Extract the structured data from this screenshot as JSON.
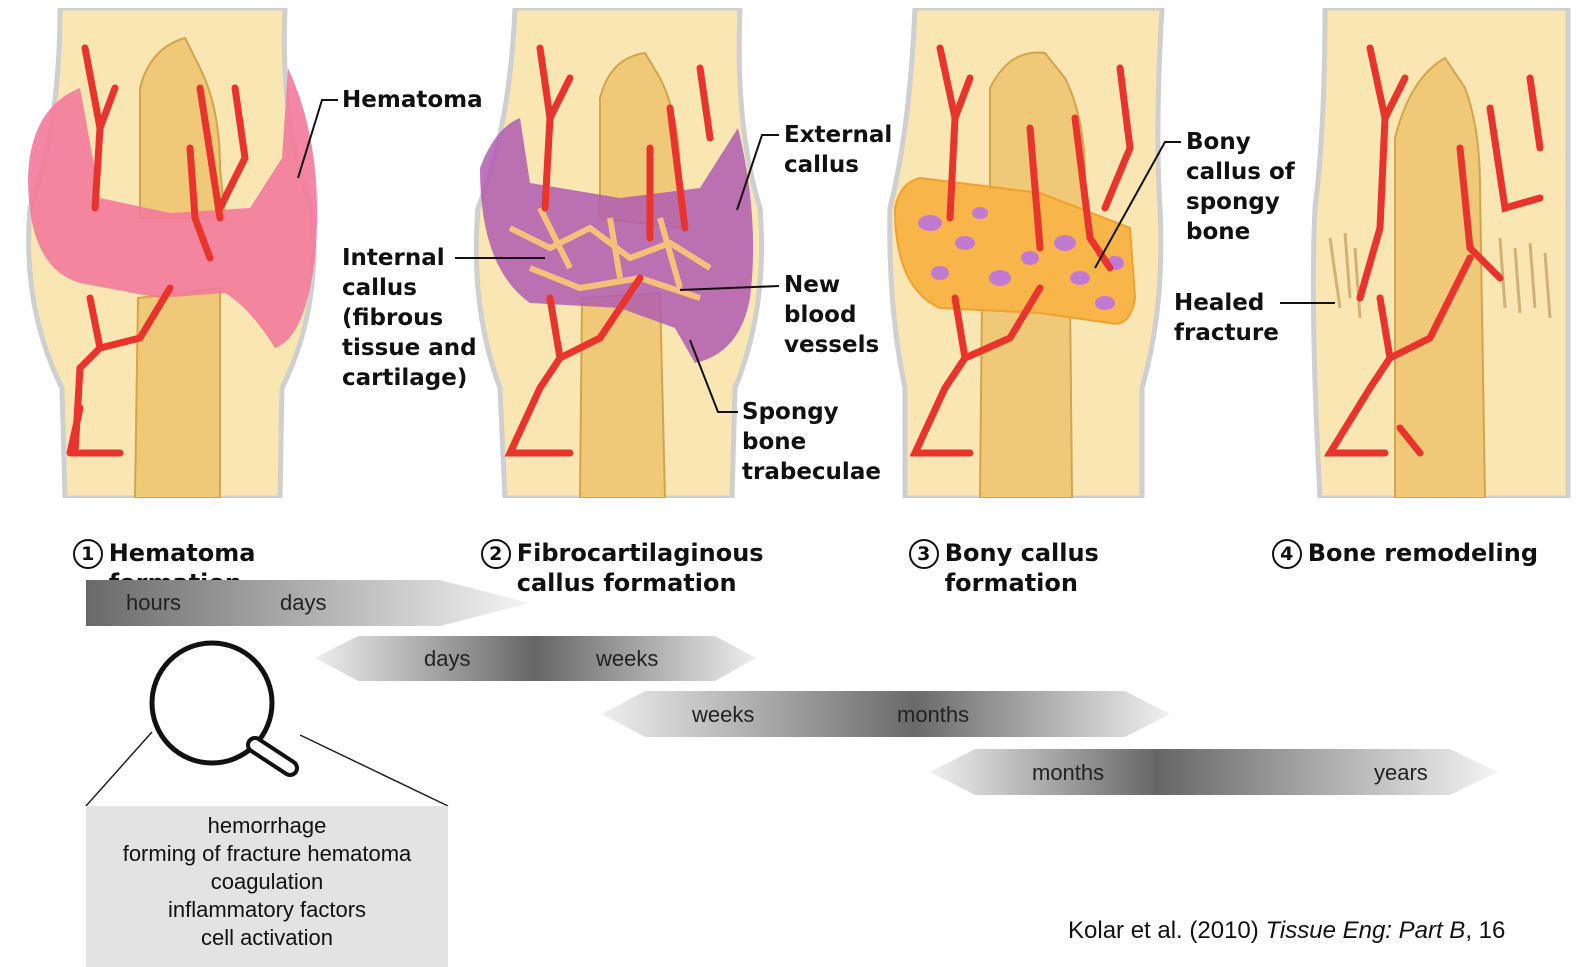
{
  "labels": {
    "hematoma": "Hematoma",
    "external_callus": "External\ncallus",
    "internal_callus": "Internal\ncallus\n(fibrous\ntissue and\ncartilage)",
    "new_blood_vessels": "New\nblood\nvessels",
    "spongy_bone_trabeculae": "Spongy\nbone\ntrabeculae",
    "bony_callus": "Bony\ncallus of\nspongy\nbone",
    "healed_fracture": "Healed\nfracture"
  },
  "stages": [
    {
      "number": "1",
      "title": "Hematoma\nformation"
    },
    {
      "number": "2",
      "title": "Fibrocartilaginous\ncallus formation"
    },
    {
      "number": "3",
      "title": "Bony callus\nformation"
    },
    {
      "number": "4",
      "title": "Bone remodeling"
    }
  ],
  "timeline": [
    {
      "start": "hours",
      "end": "days"
    },
    {
      "start": "days",
      "end": "weeks"
    },
    {
      "start": "weeks",
      "end": "months"
    },
    {
      "start": "months",
      "end": "years"
    }
  ],
  "detail": {
    "lines": [
      "hemorrhage",
      "forming of fracture hematoma",
      "coagulation",
      "inflammatory factors",
      "cell activation"
    ]
  },
  "citation": {
    "authors": "Kolar et al. (2010) ",
    "journal": "Tissue Eng: Part B",
    "tail": ", 16"
  },
  "colors": {
    "skin": "#f9e6b3",
    "bone": "#efc977",
    "blood": "#e8342c",
    "hematoma": "#f27a9b",
    "callus_purple": "#b05cb0"
  }
}
